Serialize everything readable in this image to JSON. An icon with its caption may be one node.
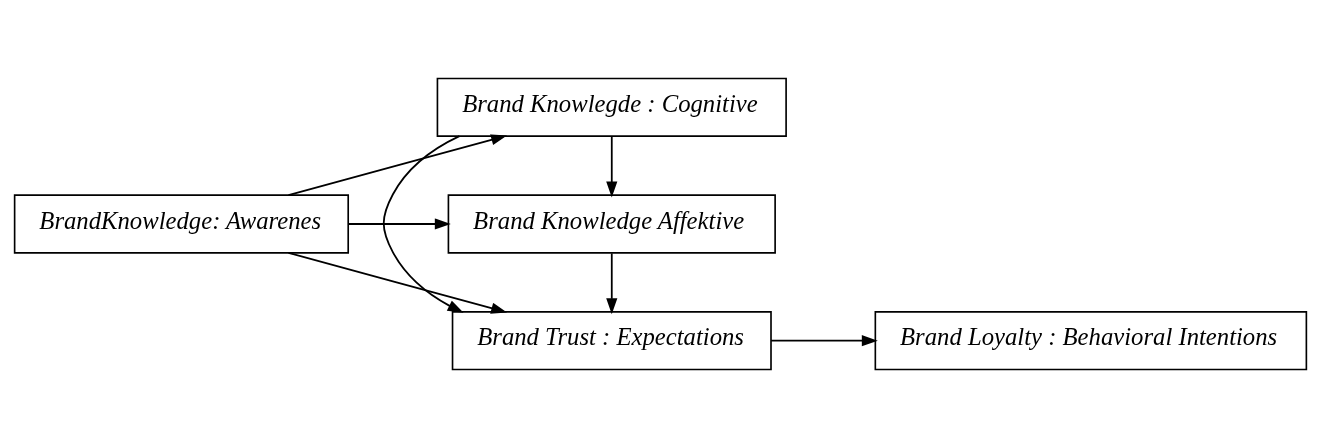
{
  "diagram": {
    "nodes": [
      {
        "text": [
          "BrandKnowledge: Awarenes"
        ]
      },
      {
        "text": [
          "Brand Knowlegde : Cognitive"
        ]
      },
      {
        "text": [
          "Brand Knowledge Affektive"
        ]
      },
      {
        "text": [
          "Brand Trust : Expectations"
        ]
      },
      {
        "text": [
          "Brand Loyalty : Behavioral Intentions"
        ]
      }
    ],
    "edges": [
      {
        "from": 0,
        "to": 1,
        "arrow": "to"
      },
      {
        "from": 0,
        "to": 3,
        "arrow": "to"
      },
      {
        "from": 0,
        "to": 2,
        "arrow": "to"
      },
      {
        "from": 1,
        "to": 2,
        "arrow": "to"
      },
      {
        "from": 1,
        "to": 3,
        "arrow": "to"
      },
      {
        "from": 2,
        "to": 3,
        "arrow": "to"
      },
      {
        "from": 3,
        "to": 4,
        "arrow": "to"
      }
    ]
  }
}
